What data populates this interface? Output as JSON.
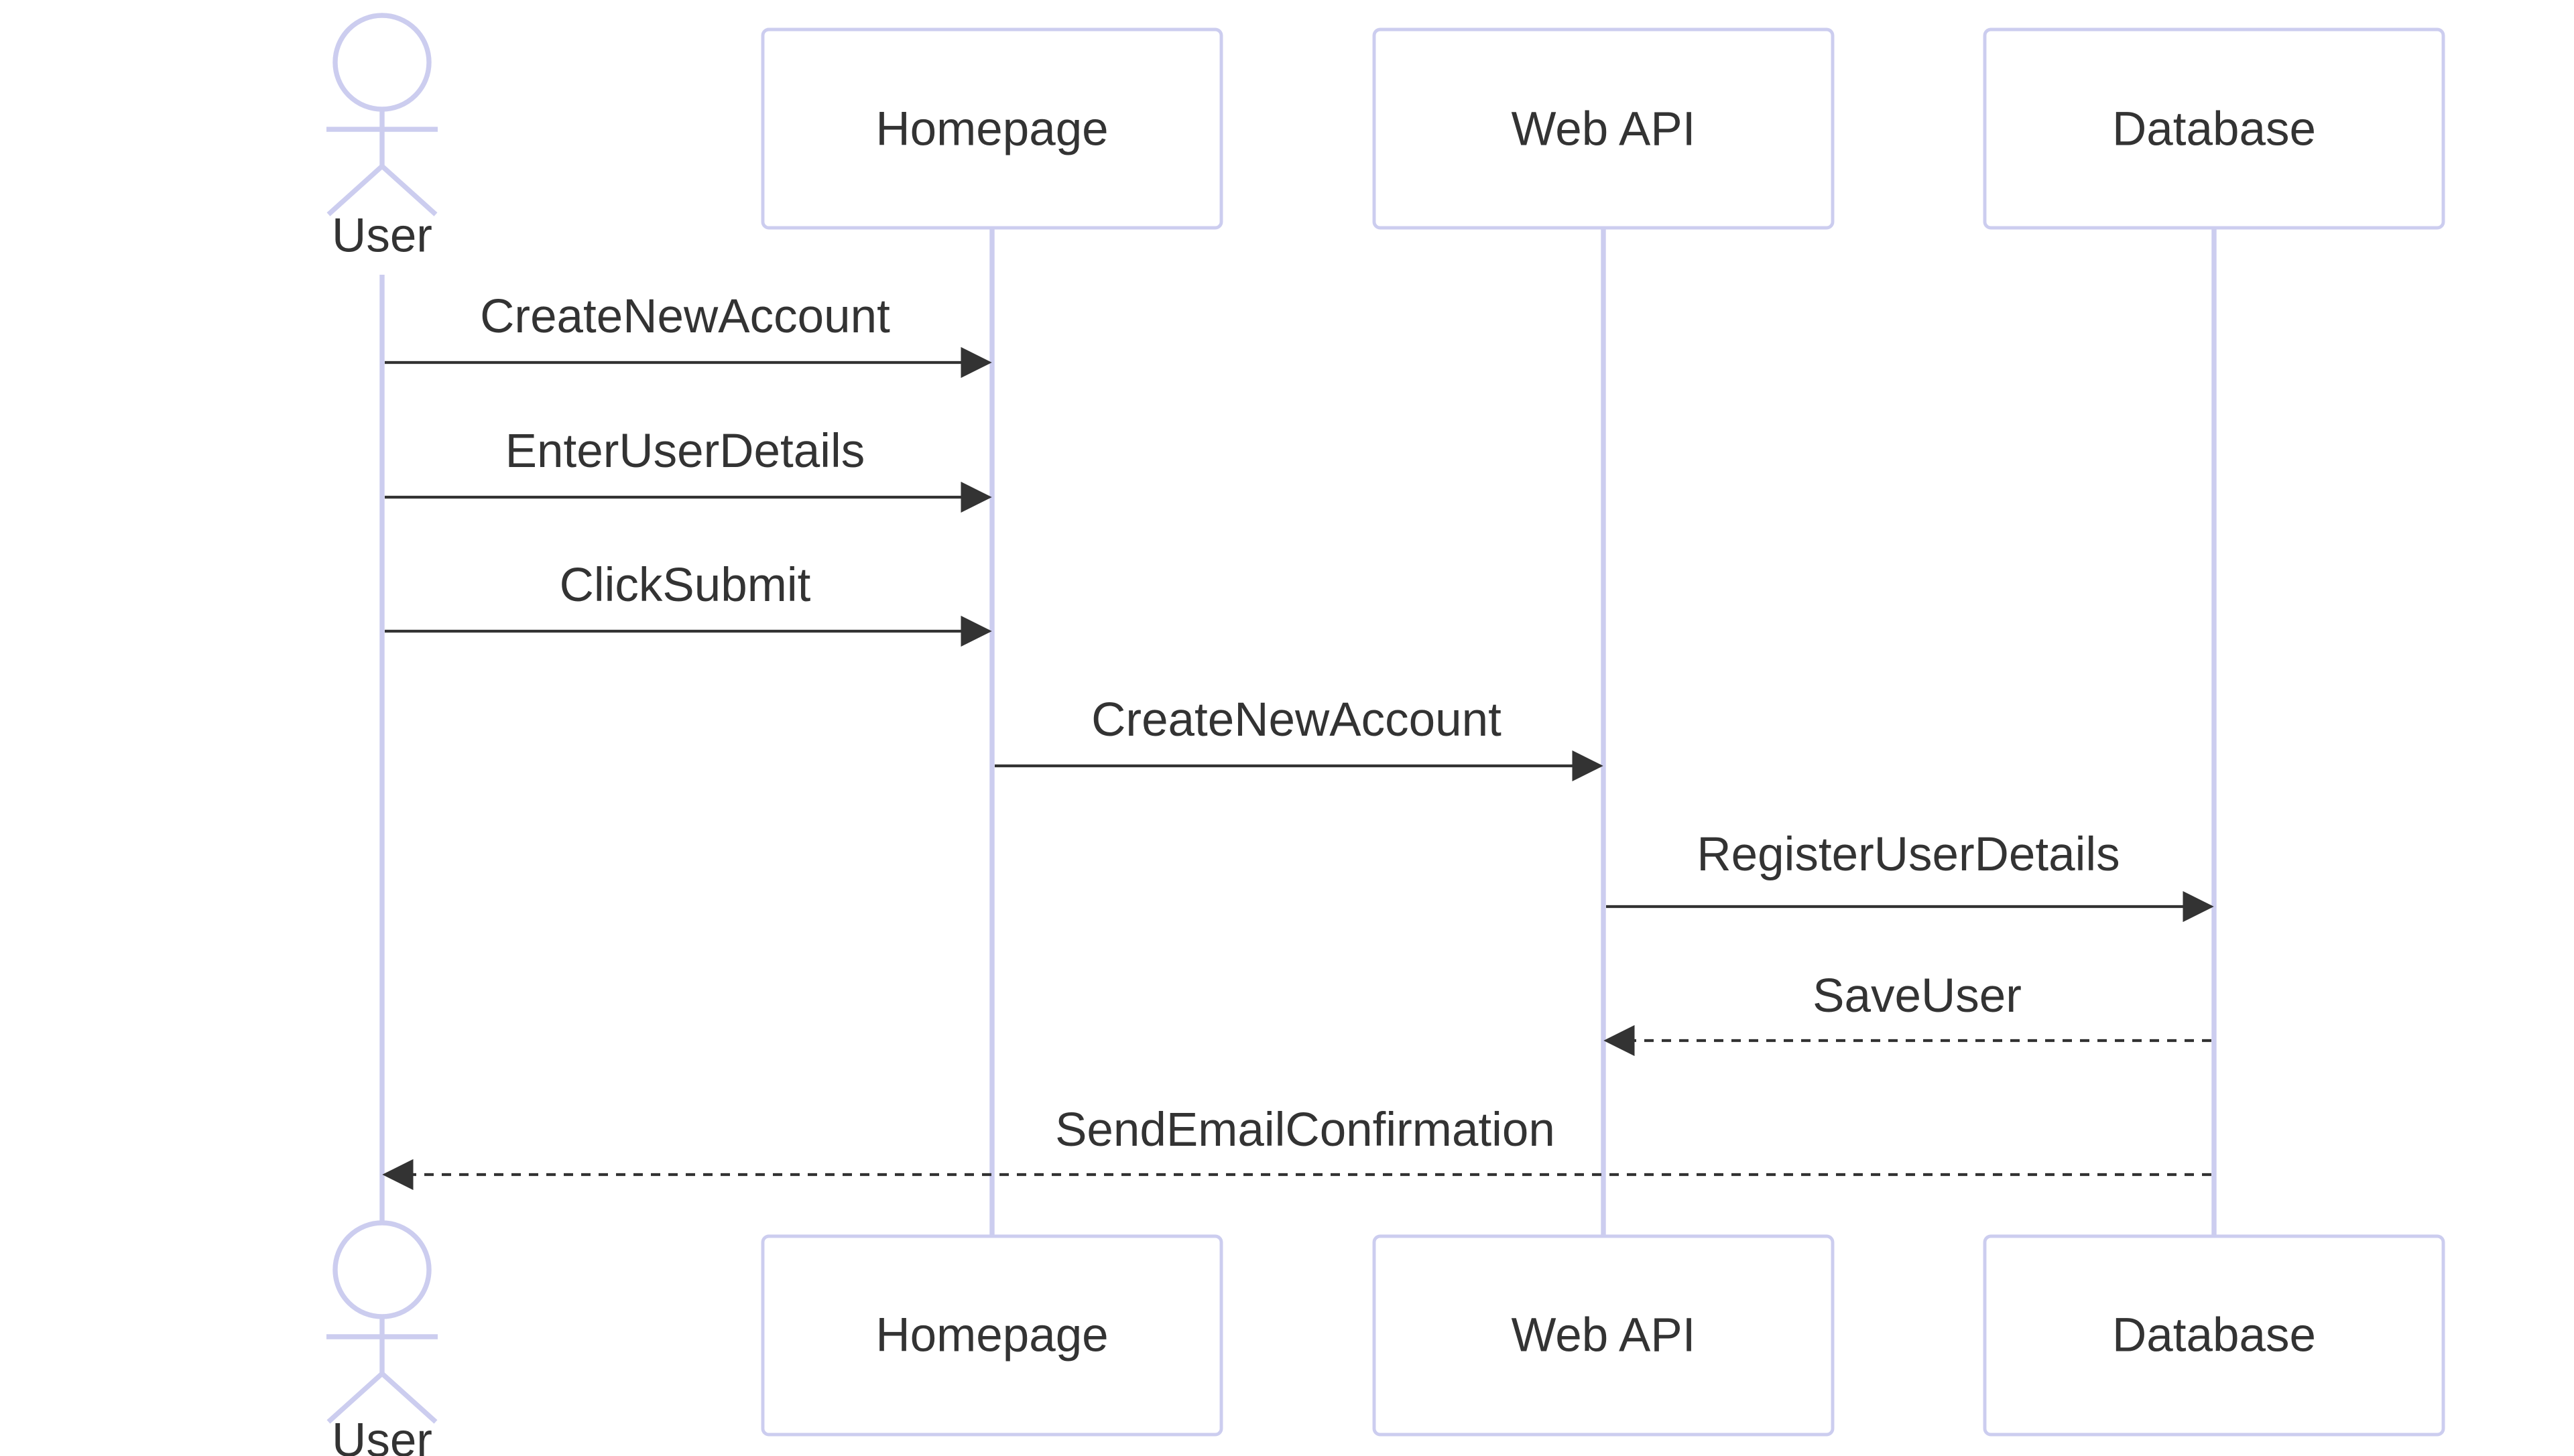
{
  "diagram": {
    "type": "sequence",
    "colors": {
      "participant_stroke": "#cccdef",
      "participant_fill": "#ffffff",
      "lifeline": "#cccdef",
      "text": "#333333",
      "arrow": "#333333"
    },
    "actor": {
      "label": "User",
      "icon": "stick-figure-icon"
    },
    "participants": [
      {
        "id": "homepage",
        "label": "Homepage"
      },
      {
        "id": "webapi",
        "label": "Web API"
      },
      {
        "id": "database",
        "label": "Database"
      }
    ],
    "messages": [
      {
        "from": "User",
        "to": "Homepage",
        "label": "CreateNewAccount",
        "style": "solid"
      },
      {
        "from": "User",
        "to": "Homepage",
        "label": "EnterUserDetails",
        "style": "solid"
      },
      {
        "from": "User",
        "to": "Homepage",
        "label": "ClickSubmit",
        "style": "solid"
      },
      {
        "from": "Homepage",
        "to": "Web API",
        "label": "CreateNewAccount",
        "style": "solid"
      },
      {
        "from": "Web API",
        "to": "Database",
        "label": "RegisterUserDetails",
        "style": "solid"
      },
      {
        "from": "Database",
        "to": "Web API",
        "label": "SaveUser",
        "style": "dashed"
      },
      {
        "from": "Database",
        "to": "User",
        "label": "SendEmailConfirmation",
        "style": "dashed"
      }
    ]
  }
}
